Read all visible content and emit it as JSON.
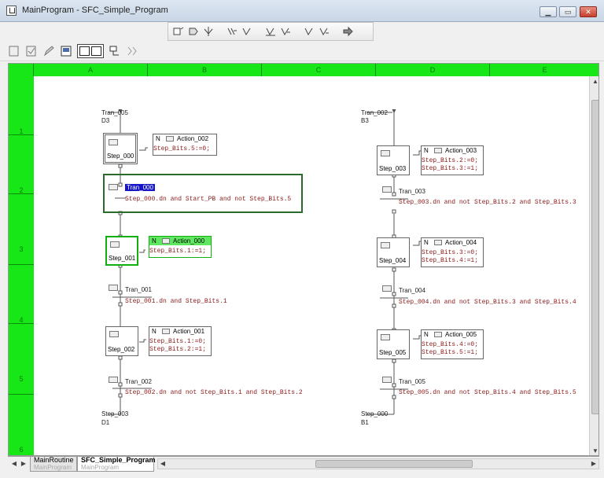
{
  "window": {
    "title": "MainProgram - SFC_Simple_Program"
  },
  "window_buttons": {
    "minimize": "▁",
    "maximize": "▭",
    "close": "✕"
  },
  "toolbar_sfc_icons": [
    "add-step-icon",
    "add-step-action-icon",
    "add-transition-icon",
    "add-branch-icon",
    "add-selection-branch-icon",
    "add-simultaneous-branch-icon",
    "add-wire-icon",
    "add-stop-icon",
    "add-subroutine-icon",
    "add-text-icon",
    "goto-icon"
  ],
  "toolbar_view_icons": [
    "verify-icon",
    "accept-edits-icon",
    "edit-icon",
    "properties-icon",
    "grid-view-icon",
    "zoom-to-fit-icon",
    "find-icon"
  ],
  "grid": {
    "col_labels": [
      "A",
      "B",
      "C",
      "D",
      "E"
    ],
    "row_labels": [
      "1",
      "2",
      "3",
      "4",
      "5",
      "6"
    ]
  },
  "sfc": {
    "left": {
      "top_wire": {
        "name": "Tran_005",
        "ref": "D3"
      },
      "step_000": {
        "name": "Step_000"
      },
      "action_002": {
        "qualifier": "N",
        "name": "Action_002",
        "code": "Step_Bits.5:=0;"
      },
      "tran_000": {
        "name": "Tran_000",
        "code": "Step_000.dn and Start_PB and not Step_Bits.5"
      },
      "step_001": {
        "name": "Step_001"
      },
      "action_000": {
        "qualifier": "N",
        "name": "Action_000",
        "code": "Step_Bits.1:=1;"
      },
      "tran_001": {
        "name": "Tran_001",
        "code": "Step_001.dn and Step_Bits.1"
      },
      "step_002": {
        "name": "Step_002"
      },
      "action_001": {
        "qualifier": "N",
        "name": "Action_001",
        "code1": "Step_Bits.1:=0;",
        "code2": "Step_Bits.2:=1;"
      },
      "tran_002": {
        "name": "Tran_002",
        "code": "Step_002.dn and not Step_Bits.1 and Step_Bits.2"
      },
      "bottom_wire": {
        "name": "Step_003",
        "ref": "D1"
      }
    },
    "right": {
      "top_wire": {
        "name": "Tran_002",
        "ref": "B3"
      },
      "step_003": {
        "name": "Step_003"
      },
      "action_003": {
        "qualifier": "N",
        "name": "Action_003",
        "code1": "Step_Bits.2:=0;",
        "code2": "Step_Bits.3:=1;"
      },
      "tran_003": {
        "name": "Tran_003",
        "code": "Step_003.dn and not Step_Bits.2 and Step_Bits.3"
      },
      "step_004": {
        "name": "Step_004"
      },
      "action_004": {
        "qualifier": "N",
        "name": "Action_004",
        "code1": "Step_Bits.3:=0;",
        "code2": "Step_Bits.4:=1;"
      },
      "tran_004": {
        "name": "Tran_004",
        "code": "Step_004.dn and not Step_Bits.3 and Step_Bits.4"
      },
      "step_005": {
        "name": "Step_005"
      },
      "action_005": {
        "qualifier": "N",
        "name": "Action_005",
        "code1": "Step_Bits.4:=0;",
        "code2": "Step_Bits.5:=1;"
      },
      "tran_005": {
        "name": "Tran_005",
        "code": "Step_005.dn and not Step_Bits.4 and Step_Bits.5"
      },
      "bottom_wire": {
        "name": "Step_000",
        "ref": "B1"
      }
    }
  },
  "tabs": [
    {
      "label": "MainRoutine",
      "sub": "MainProgram",
      "active": false
    },
    {
      "label": "SFC_Simple_Program",
      "sub": "MainProgram",
      "active": true
    }
  ],
  "colors": {
    "grid_header": "#17e617",
    "code_text": "#8b1a1a",
    "selected_step": "#11b011",
    "highlight": "#1616c8"
  }
}
